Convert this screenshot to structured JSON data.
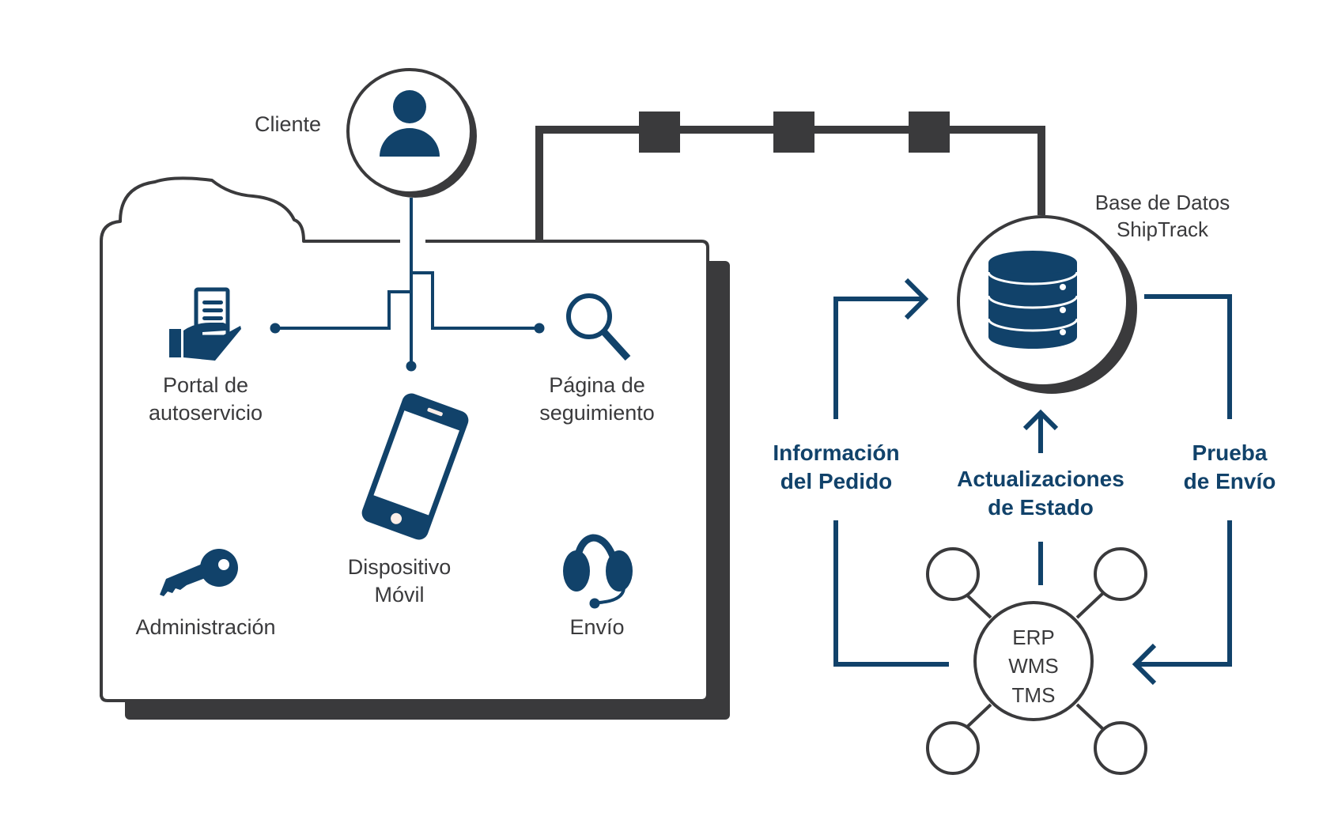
{
  "diagram": {
    "colors": {
      "dark_gray": "#3a3a3c",
      "navy": "#11426a",
      "background": "#ffffff"
    },
    "client": {
      "label": "Cliente",
      "icon": "user-icon"
    },
    "cloud_panel": {
      "items": [
        {
          "id": "portal",
          "line1": "Portal de",
          "line2": "autoservicio",
          "icon": "hand-document-icon"
        },
        {
          "id": "mobile",
          "line1": "Dispositivo",
          "line2": "Móvil",
          "icon": "smartphone-icon"
        },
        {
          "id": "tracking",
          "line1": "Página de",
          "line2": "seguimiento",
          "icon": "magnifier-icon"
        },
        {
          "id": "admin",
          "line1": "Administración",
          "line2": "",
          "icon": "key-icon"
        },
        {
          "id": "shipping",
          "line1": "Envío",
          "line2": "",
          "icon": "headset-icon"
        }
      ]
    },
    "database": {
      "line1": "Base de Datos",
      "line2": "ShipTrack",
      "icon": "database-icon"
    },
    "flows": [
      {
        "id": "order-info",
        "line1": "Información",
        "line2": "del Pedido",
        "direction": "to-database"
      },
      {
        "id": "status-updates",
        "line1": "Actualizaciones",
        "line2": "de Estado",
        "direction": "to-database"
      },
      {
        "id": "proof-of-delivery",
        "line1": "Prueba",
        "line2": "de Envío",
        "direction": "to-hub"
      }
    ],
    "hub": {
      "lines": [
        "ERP",
        "WMS",
        "TMS"
      ],
      "satellite_count": 4
    }
  }
}
